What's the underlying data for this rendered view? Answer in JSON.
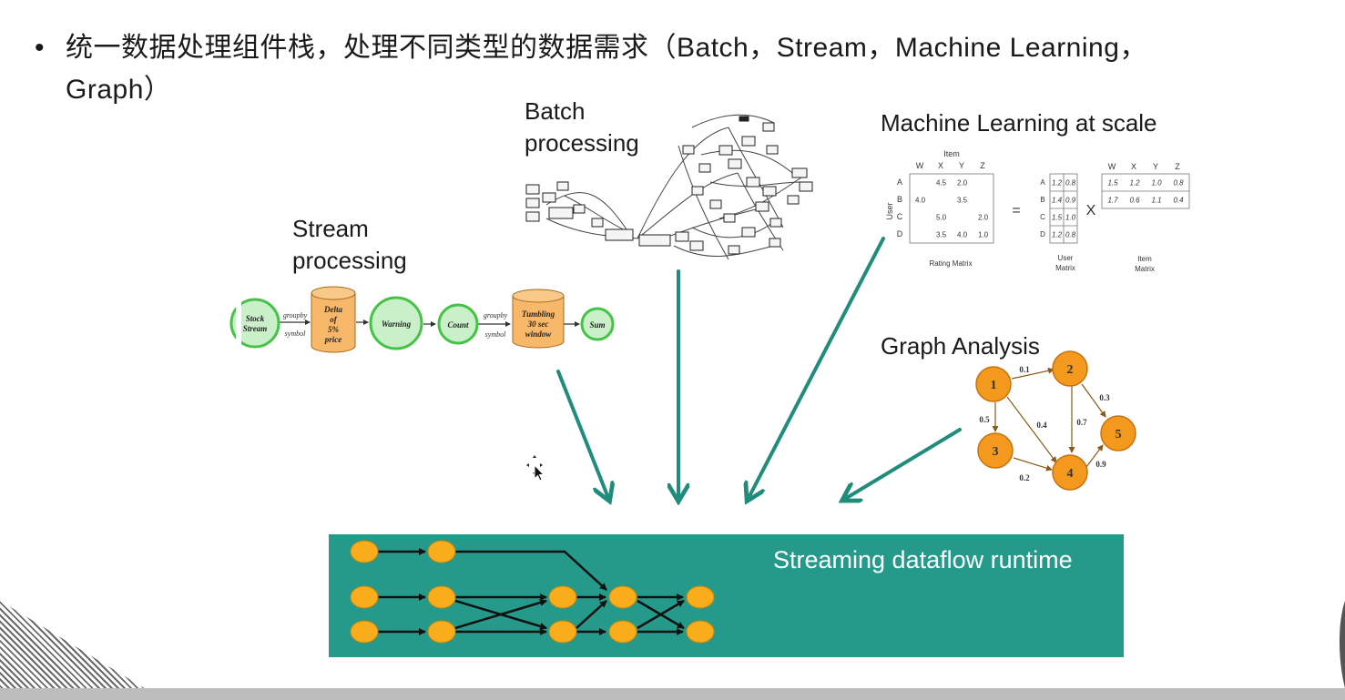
{
  "bullet": {
    "symbol": "•",
    "line1": "统一数据处理组件栈，处理不同类型的数据需求（Batch，Stream，Machine Learning，",
    "line2": "Graph）"
  },
  "panels": {
    "batch_label_1": "Batch",
    "batch_label_2": "processing",
    "stream_label_1": "Stream",
    "stream_label_2": "processing",
    "ml_label": "Machine Learning at scale",
    "graph_label": "Graph Analysis"
  },
  "stream_pipeline": {
    "nodes": [
      "Stock Stream",
      "Delta of 5% price",
      "Warning",
      "Count",
      "Tumbling 30 sec window",
      "Sum"
    ],
    "edge_labels": [
      [
        "groupby",
        "symbol"
      ],
      [
        "groupby",
        "symbol"
      ]
    ]
  },
  "ml": {
    "item_header": "Item",
    "user_header": "User",
    "item_cols": [
      "W",
      "X",
      "Y",
      "Z"
    ],
    "user_rows": [
      "A",
      "B",
      "C",
      "D"
    ],
    "rating_cells": [
      [
        "",
        "4.5",
        "2.0",
        ""
      ],
      [
        "4.0",
        "",
        "3.5",
        ""
      ],
      [
        "",
        "5.0",
        "",
        "2.0"
      ],
      [
        "",
        "3.5",
        "4.0",
        "1.0"
      ]
    ],
    "user_matrix": [
      [
        "1.2",
        "0.8"
      ],
      [
        "1.4",
        "0.9"
      ],
      [
        "1.5",
        "1.0"
      ],
      [
        "1.2",
        "0.8"
      ]
    ],
    "item_matrix": [
      [
        "1.5",
        "1.2",
        "1.0",
        "0.8"
      ],
      [
        "1.7",
        "0.6",
        "1.1",
        "0.4"
      ]
    ],
    "equals": "=",
    "times": "X",
    "rating_caption": "Rating Matrix",
    "user_caption_1": "User",
    "user_caption_2": "Matrix",
    "item_caption_1": "Item",
    "item_caption_2": "Matrix"
  },
  "graph": {
    "nodes": [
      "1",
      "2",
      "3",
      "4",
      "5"
    ],
    "edges": [
      {
        "from": "1",
        "to": "2",
        "w": "0.1"
      },
      {
        "from": "1",
        "to": "3",
        "w": "0.5"
      },
      {
        "from": "1",
        "to": "4",
        "w": "0.4"
      },
      {
        "from": "2",
        "to": "4",
        "w": "0.7"
      },
      {
        "from": "2",
        "to": "5",
        "w": "0.3"
      },
      {
        "from": "3",
        "to": "4",
        "w": "0.2"
      },
      {
        "from": "4",
        "to": "5",
        "w": "0.9"
      }
    ]
  },
  "runtime": {
    "label": "Streaming dataflow runtime"
  },
  "colors": {
    "teal": "#259a8a",
    "arrow": "#1f8c7c",
    "node_orange": "#f9ad1a",
    "graph_orange": "#f39a1e",
    "green_fill": "#c9f0c9",
    "green_stroke": "#46c346",
    "cyl_fill": "#f7b869"
  }
}
